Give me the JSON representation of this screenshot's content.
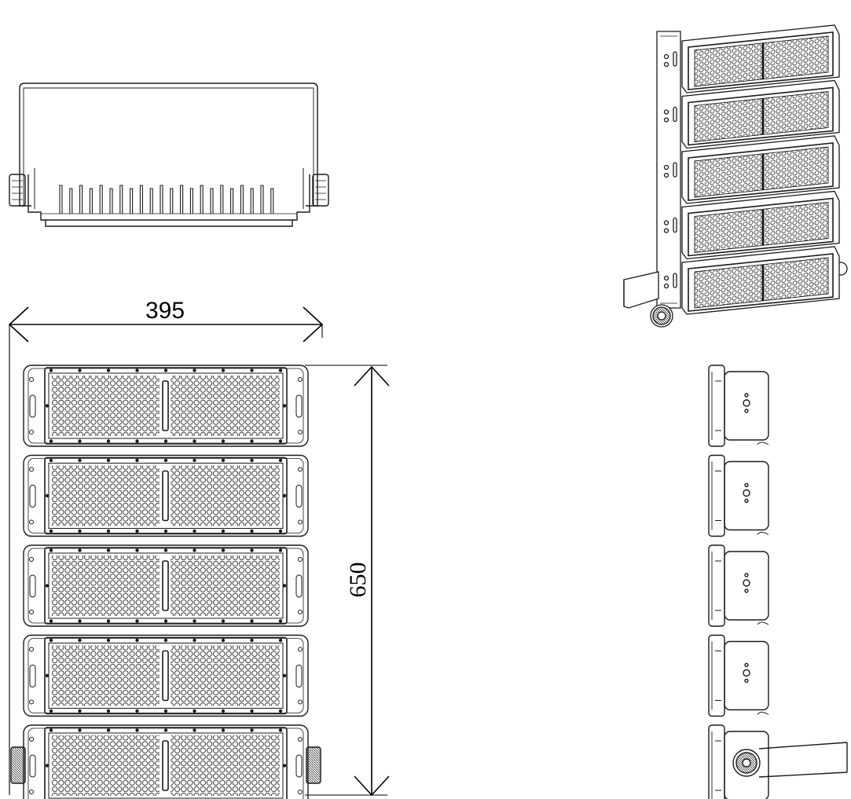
{
  "drawing": {
    "ink_color": "#1a1a1a",
    "background": "#ffffff",
    "module_count": 5,
    "views": [
      "top-view",
      "front-view",
      "perspective-view",
      "side-view"
    ]
  },
  "dimensions": {
    "width_label": "395",
    "height_label": "650"
  }
}
